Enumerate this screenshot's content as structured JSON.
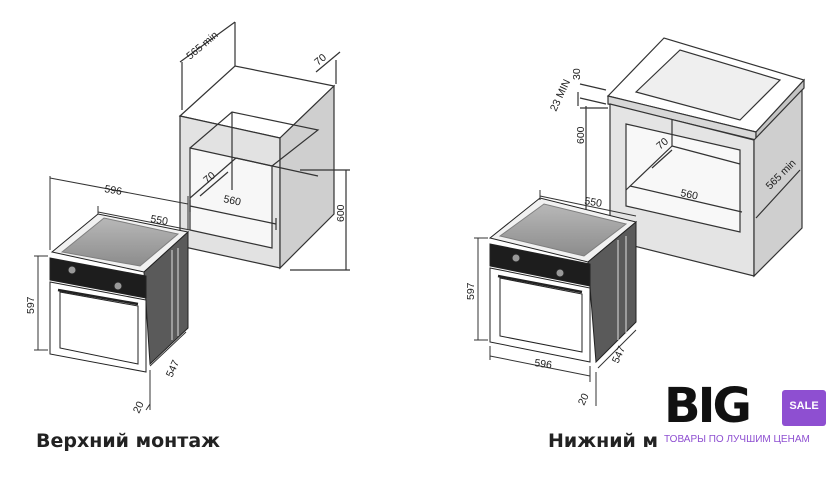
{
  "left_diagram": {
    "caption": "Верхний монтаж",
    "niche": {
      "depth_min": "565 min",
      "top_offset": "70",
      "vent": "70",
      "width": "560",
      "height": "600"
    },
    "oven": {
      "width": "596",
      "inner_width": "550",
      "height": "597",
      "depth": "547",
      "door": "20"
    }
  },
  "right_diagram": {
    "caption": "Нижний монтаж",
    "niche": {
      "top_gap": "30",
      "counter_min": "23 MIN",
      "height": "600",
      "vent": "70",
      "width": "560",
      "depth_min": "565 min"
    },
    "oven": {
      "inner_width": "550",
      "height": "597",
      "width": "596",
      "depth": "547",
      "door": "20"
    }
  },
  "logo": {
    "brand": "BIG",
    "badge": "SALE",
    "tagline": "ТОВАРЫ ПО ЛУЧШИМ ЦЕНАМ",
    "accent_color": "#8e4fd1"
  }
}
